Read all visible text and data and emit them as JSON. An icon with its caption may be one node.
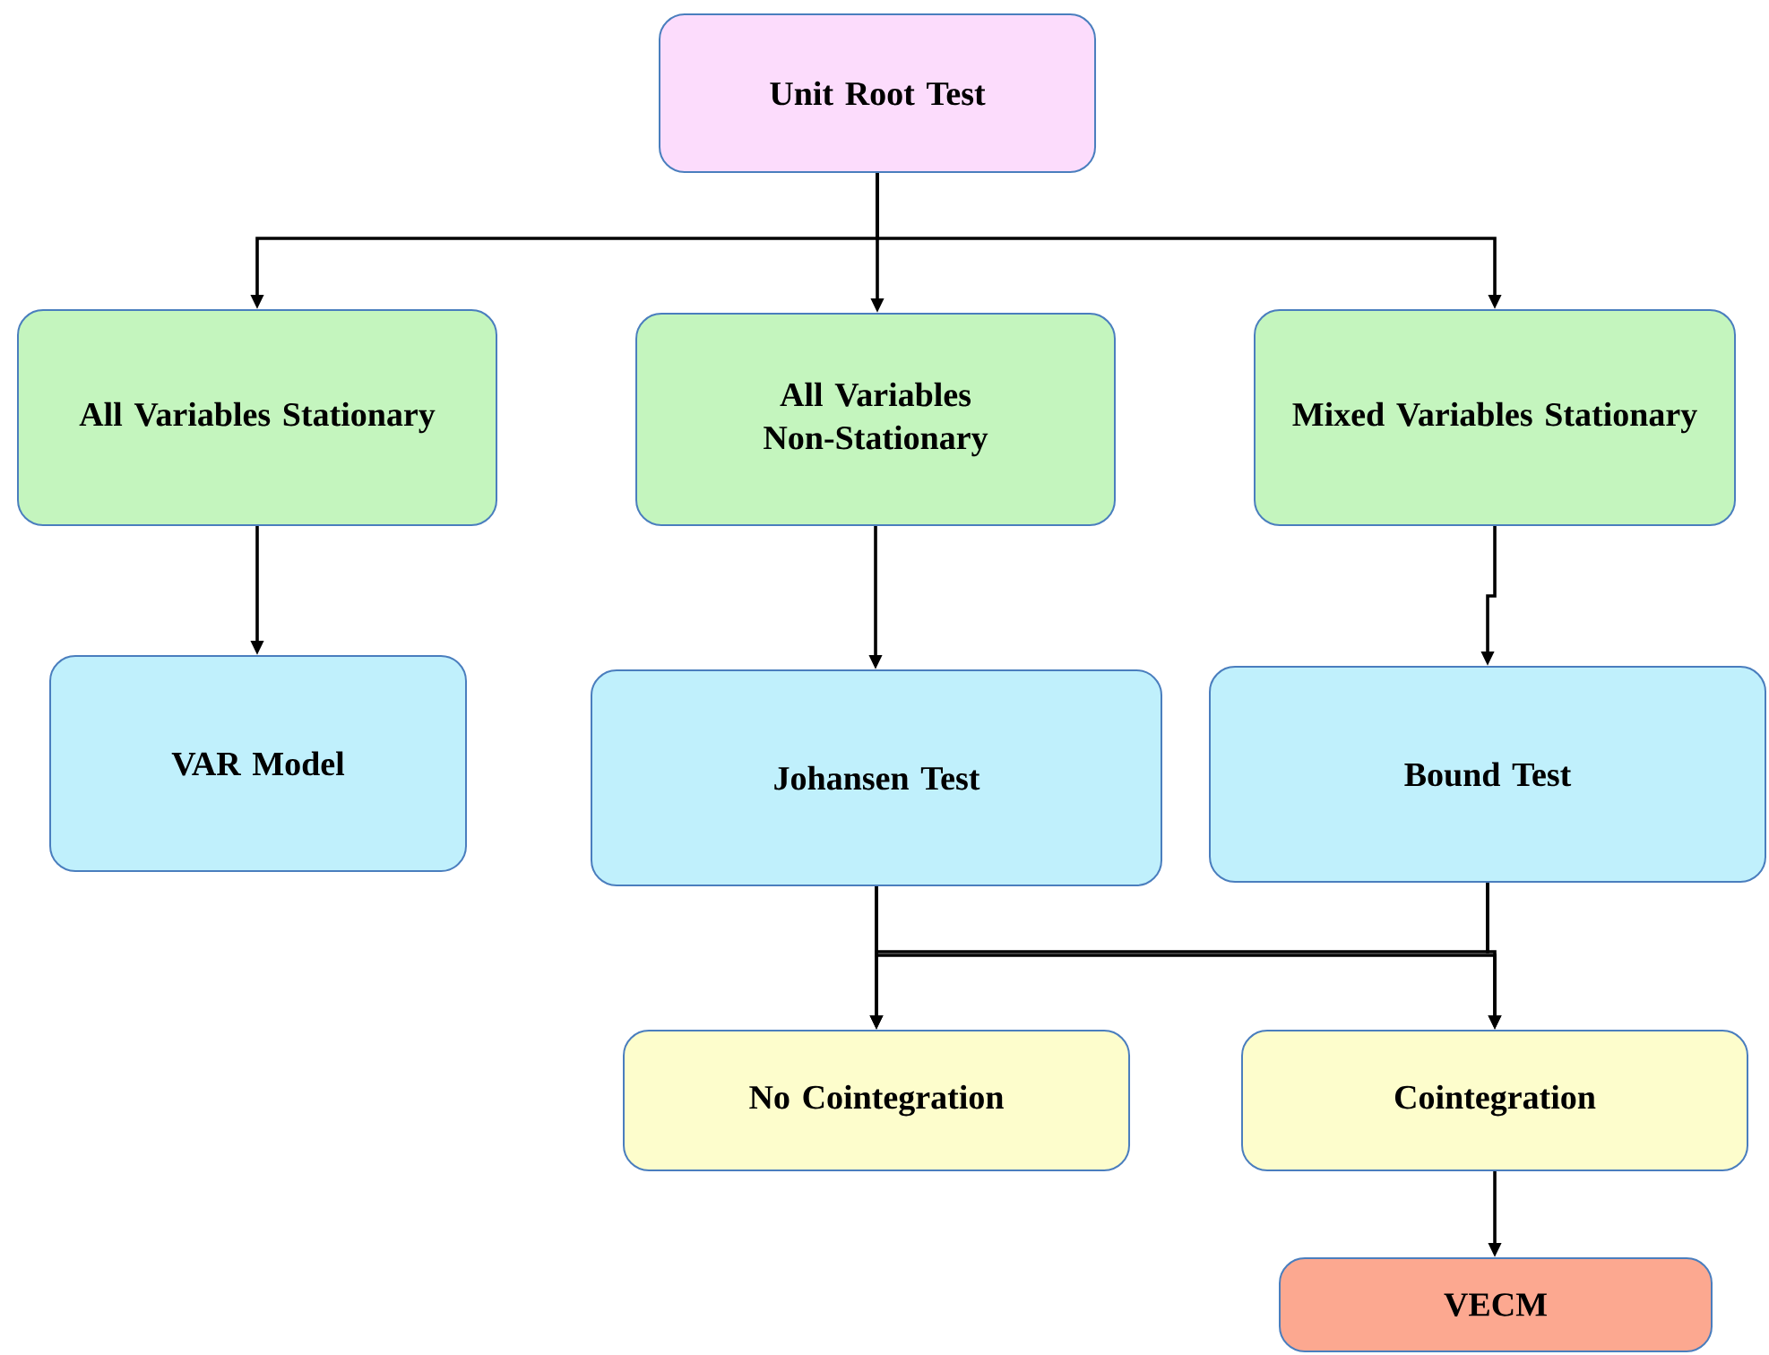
{
  "diagram": {
    "nodes": [
      {
        "text": [
          "Unit Root Test"
        ]
      },
      {
        "text": [
          "All Variables Stationary"
        ]
      },
      {
        "text": [
          "All Variables Non-Stationary"
        ]
      },
      {
        "text": [
          "Mixed Variables Stationary"
        ]
      },
      {
        "text": [
          "VAR Model"
        ]
      },
      {
        "text": [
          "Johansen Test"
        ]
      },
      {
        "text": [
          "Bound Test"
        ]
      },
      {
        "text": [
          "No Cointegration"
        ]
      },
      {
        "text": [
          "Cointegration"
        ]
      },
      {
        "text": [
          "VECM"
        ]
      }
    ],
    "edges": [
      {
        "from": 0,
        "to": 1,
        "arrow": "to"
      },
      {
        "from": 0,
        "to": 2,
        "arrow": "to"
      },
      {
        "from": 0,
        "to": 3,
        "arrow": "to"
      },
      {
        "from": 1,
        "to": 4,
        "arrow": "to"
      },
      {
        "from": 2,
        "to": 5,
        "arrow": "to"
      },
      {
        "from": 3,
        "to": 6,
        "arrow": "to"
      },
      {
        "from": 5,
        "to": 7,
        "arrow": "to"
      },
      {
        "from": 5,
        "to": 8,
        "arrow": "to"
      },
      {
        "from": 6,
        "to": 7,
        "arrow": "to"
      },
      {
        "from": 6,
        "to": 8,
        "arrow": "to"
      },
      {
        "from": 8,
        "to": 9,
        "arrow": "to"
      }
    ]
  }
}
